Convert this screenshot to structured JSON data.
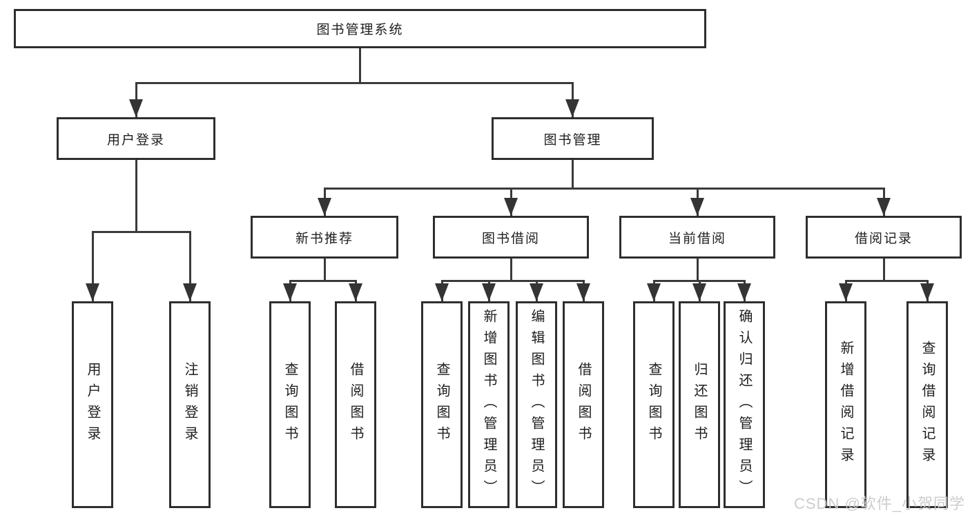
{
  "tree": {
    "root": "图书管理系统",
    "branches": [
      {
        "label": "用户登录",
        "children": [
          "用户登录",
          "注销登录"
        ]
      },
      {
        "label": "图书管理",
        "groups": [
          {
            "label": "新书推荐",
            "children": [
              "查询图书",
              "借阅图书"
            ]
          },
          {
            "label": "图书借阅",
            "children": [
              "查询图书",
              "新增图书（管理员）",
              "编辑图书（管理员）",
              "借阅图书"
            ]
          },
          {
            "label": "当前借阅",
            "children": [
              "查询图书",
              "归还图书",
              "确认归还（管理员）"
            ]
          },
          {
            "label": "借阅记录",
            "children": [
              "新增借阅记录",
              "查询借阅记录"
            ]
          }
        ]
      }
    ]
  },
  "watermark": "CSDN @软件_小贺同学",
  "colors": {
    "line": "#3a3a3a",
    "box_border": "#2e2e2e",
    "text": "#1e1e1e",
    "watermark": "#c9c9cd",
    "background": "#ffffff"
  }
}
